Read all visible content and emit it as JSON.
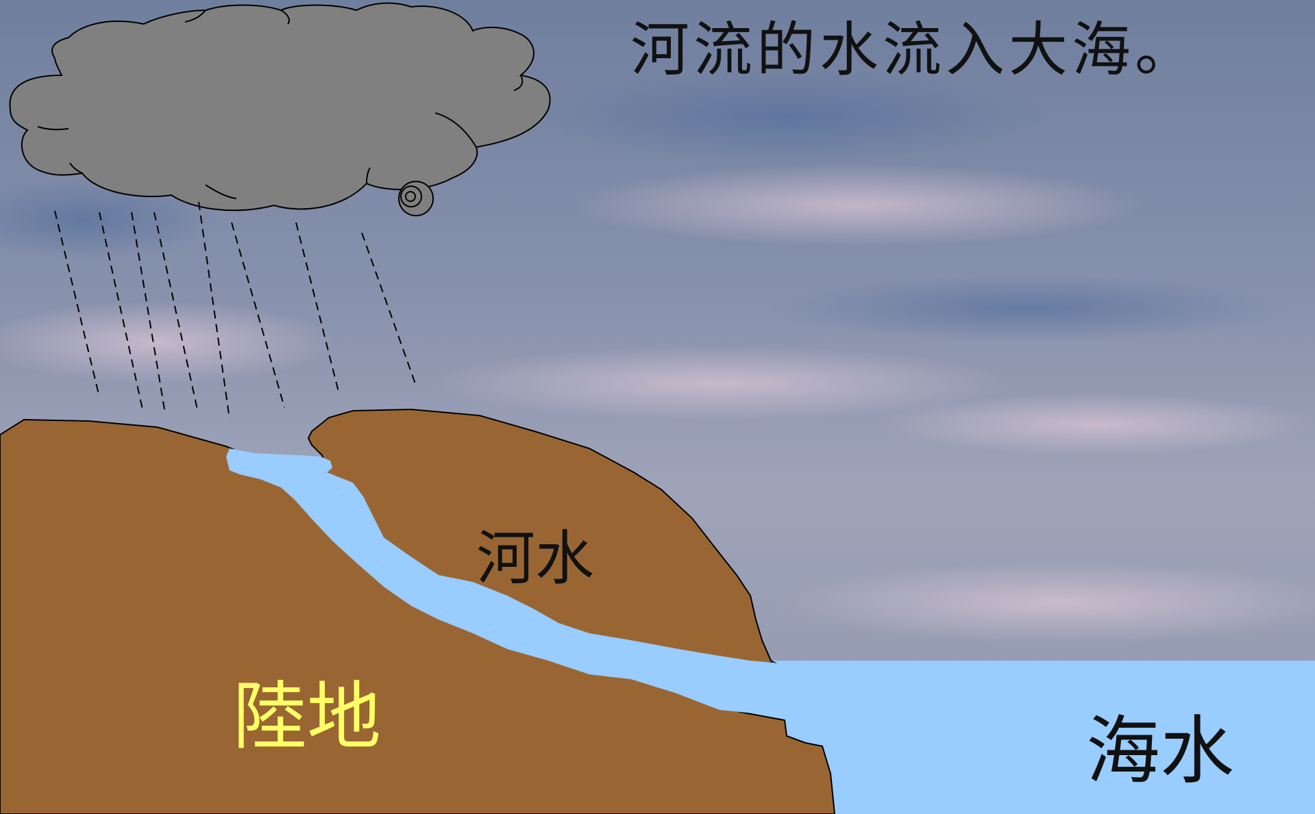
{
  "caption": "河流的水流入大海。",
  "labels": {
    "river": "河水",
    "land": "陸地",
    "sea": "海水"
  },
  "colors": {
    "sky_top": "#7b8aa8",
    "sky_bottom": "#9aa3b8",
    "cloud": "#808080",
    "land": "#996633",
    "water": "#99ccff",
    "land_label": "#ffff66"
  }
}
